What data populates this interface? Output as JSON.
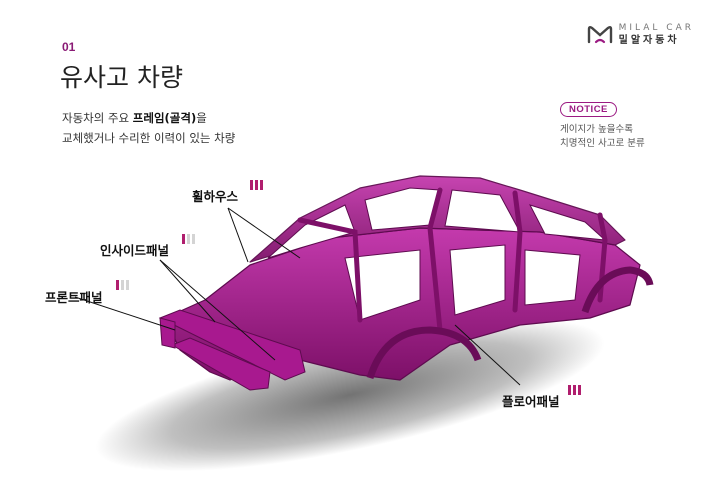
{
  "brand": {
    "en": "MILAL CAR",
    "ko": "밀알자동차"
  },
  "section_number": "01",
  "title": "유사고 차량",
  "description": {
    "line1_pre": "자동차의 주요 ",
    "line1_bold": "프레임(골격)",
    "line1_post": "을",
    "line2": "교체했거나 수리한 이력이 있는 차량"
  },
  "notice": {
    "badge": "NOTICE",
    "line1": "게이지가 높을수록",
    "line2": "치명적인 사고로 분류"
  },
  "parts": [
    {
      "label": "휠하우스",
      "gauge_level": 3,
      "gauge_max": 3
    },
    {
      "label": "인사이드패널",
      "gauge_level": 1,
      "gauge_max": 3
    },
    {
      "label": "프론트패널",
      "gauge_level": 1,
      "gauge_max": 3
    },
    {
      "label": "플로어패널",
      "gauge_level": 3,
      "gauge_max": 3
    }
  ],
  "colors": {
    "accent": "#9b1a82",
    "frame": "#a8198f",
    "gauge_on": "#b01e6e",
    "gauge_off": "#d4d4d4"
  }
}
